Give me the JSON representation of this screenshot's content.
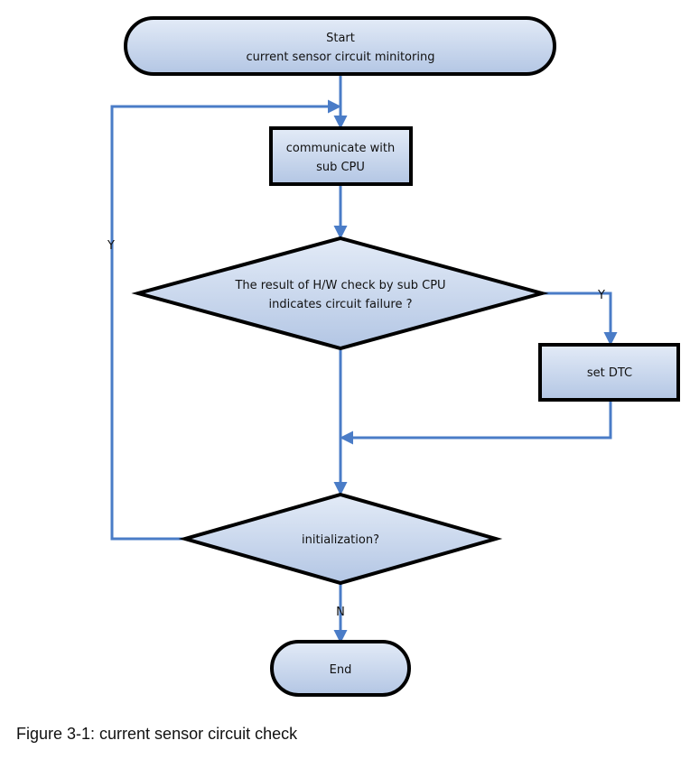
{
  "colors": {
    "connector": "#4a7cc7",
    "fill_light": "#dfe8f6",
    "fill_dark": "#b6c9e6",
    "stroke": "#000000"
  },
  "nodes": {
    "start": {
      "line1": "Start",
      "line2": "current sensor circuit minitoring"
    },
    "communicate": {
      "line1": "communicate with",
      "line2": "sub CPU"
    },
    "hw_check": {
      "line1": "The result of H/W check by sub CPU",
      "line2": "indicates circuit failure ?"
    },
    "set_dtc": {
      "label": "set DTC"
    },
    "initialization": {
      "label": "initialization?"
    },
    "end": {
      "label": "End"
    }
  },
  "edge_labels": {
    "loop_back_yes": "Y",
    "failure_yes": "Y",
    "init_no": "N"
  },
  "caption": "Figure 3-1: current sensor circuit check"
}
